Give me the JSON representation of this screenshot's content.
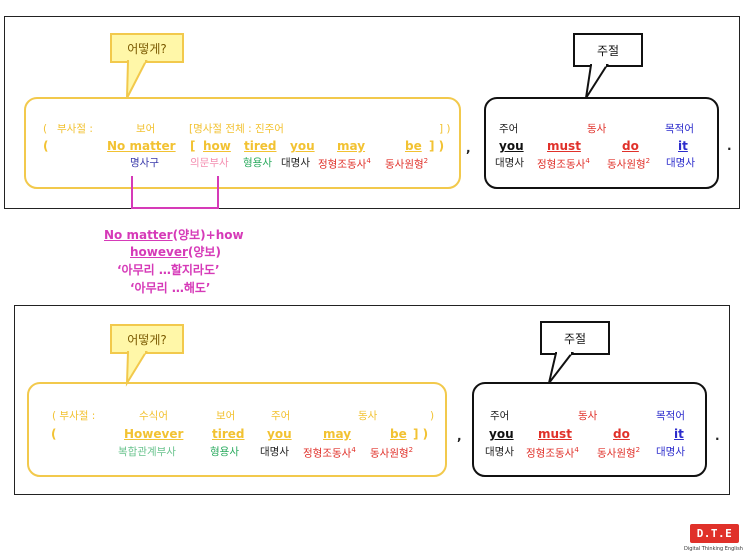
{
  "top": {
    "bubble_left": "어떻게?",
    "bubble_right": "주절",
    "labels": {
      "paren_open": "(",
      "adv_clause": "부사절 :",
      "complement": "보어",
      "noun_clause": "[명사절  전체 : 진주어",
      "close": "] )"
    },
    "sentence": {
      "open": "(",
      "no_matter": "No matter",
      "bracket": "[",
      "how": "how",
      "tired": "tired",
      "you": "you",
      "may": "may",
      "be": "be",
      "close": "] )",
      "comma": ","
    },
    "pos": {
      "noun_phrase": "명사구",
      "interrog_adverb": "의문부사",
      "adjective": "형용사",
      "pronoun": "대명사",
      "modal": "정형조동사",
      "modal_sup": "4",
      "verb_base": "동사원형",
      "verb_base_sup": "2"
    },
    "main": {
      "subject_label": "주어",
      "verb_label": "동사",
      "object_label": "목적어",
      "you": "you",
      "must": "must",
      "do": "do",
      "it": "it",
      "pronoun1": "대명사",
      "modal": "정형조동사",
      "modal_sup": "4",
      "verb_base": "동사원형",
      "verb_base_sup": "2",
      "pronoun2": "대명사",
      "period": "."
    }
  },
  "middle_note": {
    "line1_a": "No matter",
    "line1_b": "(양보)+how",
    "line2_a": "however",
    "line2_b": "(양보)",
    "line3": "‘아무리 …할지라도’",
    "line4": "‘아무리 …해도’"
  },
  "bottom": {
    "bubble_left": "어떻게?",
    "bubble_right": "주절",
    "labels": {
      "adv_clause": "( 부사절 :",
      "modifier": "수식어",
      "complement": "보어",
      "subject": "주어",
      "verb": "동사",
      "close": ")"
    },
    "sentence": {
      "open": "(",
      "however": "However",
      "tired": "tired",
      "you": "you",
      "may": "may",
      "be": "be",
      "close": "] )",
      "comma": ","
    },
    "pos": {
      "compound_rel_adverb": "복합관계부사",
      "adjective": "형용사",
      "pronoun": "대명사",
      "modal": "정형조동사",
      "modal_sup": "4",
      "verb_base": "동사원형",
      "verb_base_sup": "2"
    },
    "main": {
      "subject_label": "주어",
      "verb_label": "동사",
      "object_label": "목적어",
      "you": "you",
      "must": "must",
      "do": "do",
      "it": "it",
      "pronoun1": "대명사",
      "modal": "정형조동사",
      "modal_sup": "4",
      "verb_base": "동사원형",
      "verb_base_sup": "2",
      "pronoun2": "대명사",
      "period": "."
    }
  },
  "logo": {
    "mark": "D.T.E",
    "caption": "Digital Thinking English"
  }
}
